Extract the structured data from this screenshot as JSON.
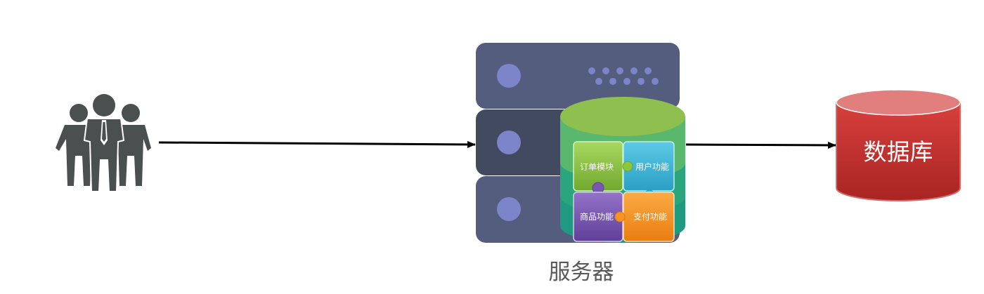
{
  "server": {
    "label": "服务器",
    "modules": {
      "order": "订单模块",
      "user": "用户功能",
      "product": "商品功能",
      "payment": "支付功能"
    }
  },
  "database": {
    "label": "数据库"
  },
  "colors": {
    "users": "#4a4f4f",
    "server_top": "#545d7e",
    "server_middle": "#424a5f",
    "server_bottom": "#545d7e",
    "server_dot": "#7c85c9",
    "cylinder_top": "#8fc04f",
    "cylinder_band1": "#59b86e",
    "cylinder_band2": "#2ba57e",
    "cylinder_band3": "#1f9a80",
    "module_order": "#8cc63f",
    "module_user": "#3bb8d8",
    "module_product": "#7a56b3",
    "module_payment": "#f7931e",
    "database_body": "#c0312f",
    "database_top": "#e07f7d",
    "arrow": "#000000",
    "label_gray": "#595959"
  }
}
